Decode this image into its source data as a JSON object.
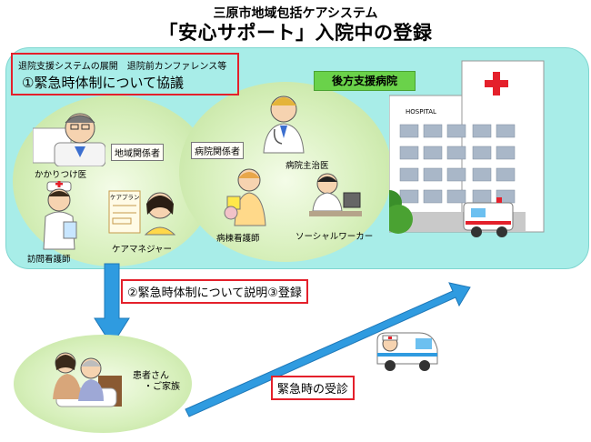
{
  "header": {
    "subtitle": "三原市地域包括ケアシステム",
    "title": "「安心サポート」入院中の登録"
  },
  "conference": {
    "subtitle": "退院支援システムの展開　退院前カンファレンス等",
    "main": "①緊急時体制について協議"
  },
  "regional": {
    "tag": "地域関係者",
    "family_doctor": "かかりつけ医",
    "visiting_nurse": "訪問看護師",
    "care_manager": "ケアマネジャー",
    "care_plan_sheet": "ケアプラン"
  },
  "hospital_side": {
    "tag": "病院関係者",
    "attending_doctor": "病院主治医",
    "ward_nurse": "病棟看護師",
    "social_worker": "ソーシャルワーカー"
  },
  "backup_hospital": {
    "label": "後方支援病院",
    "sign": "HOSPITAL",
    "color": "#6ad24a"
  },
  "flow": {
    "explain_register": "②緊急時体制について説明③登録",
    "emergency_visit": "緊急時の受診"
  },
  "patient": {
    "label1": "患者さん",
    "label2": "・ご家族"
  },
  "colors": {
    "panel": "#a8ede8",
    "ellipse": "#d6efba",
    "red_border": "#e4202b",
    "arrow": "#2f9be0"
  },
  "icons": [
    "doctor-icon",
    "nurse-icon",
    "care-manager-icon",
    "hospital-building-icon",
    "ambulance-icon",
    "patient-family-icon",
    "red-cross-icon"
  ]
}
